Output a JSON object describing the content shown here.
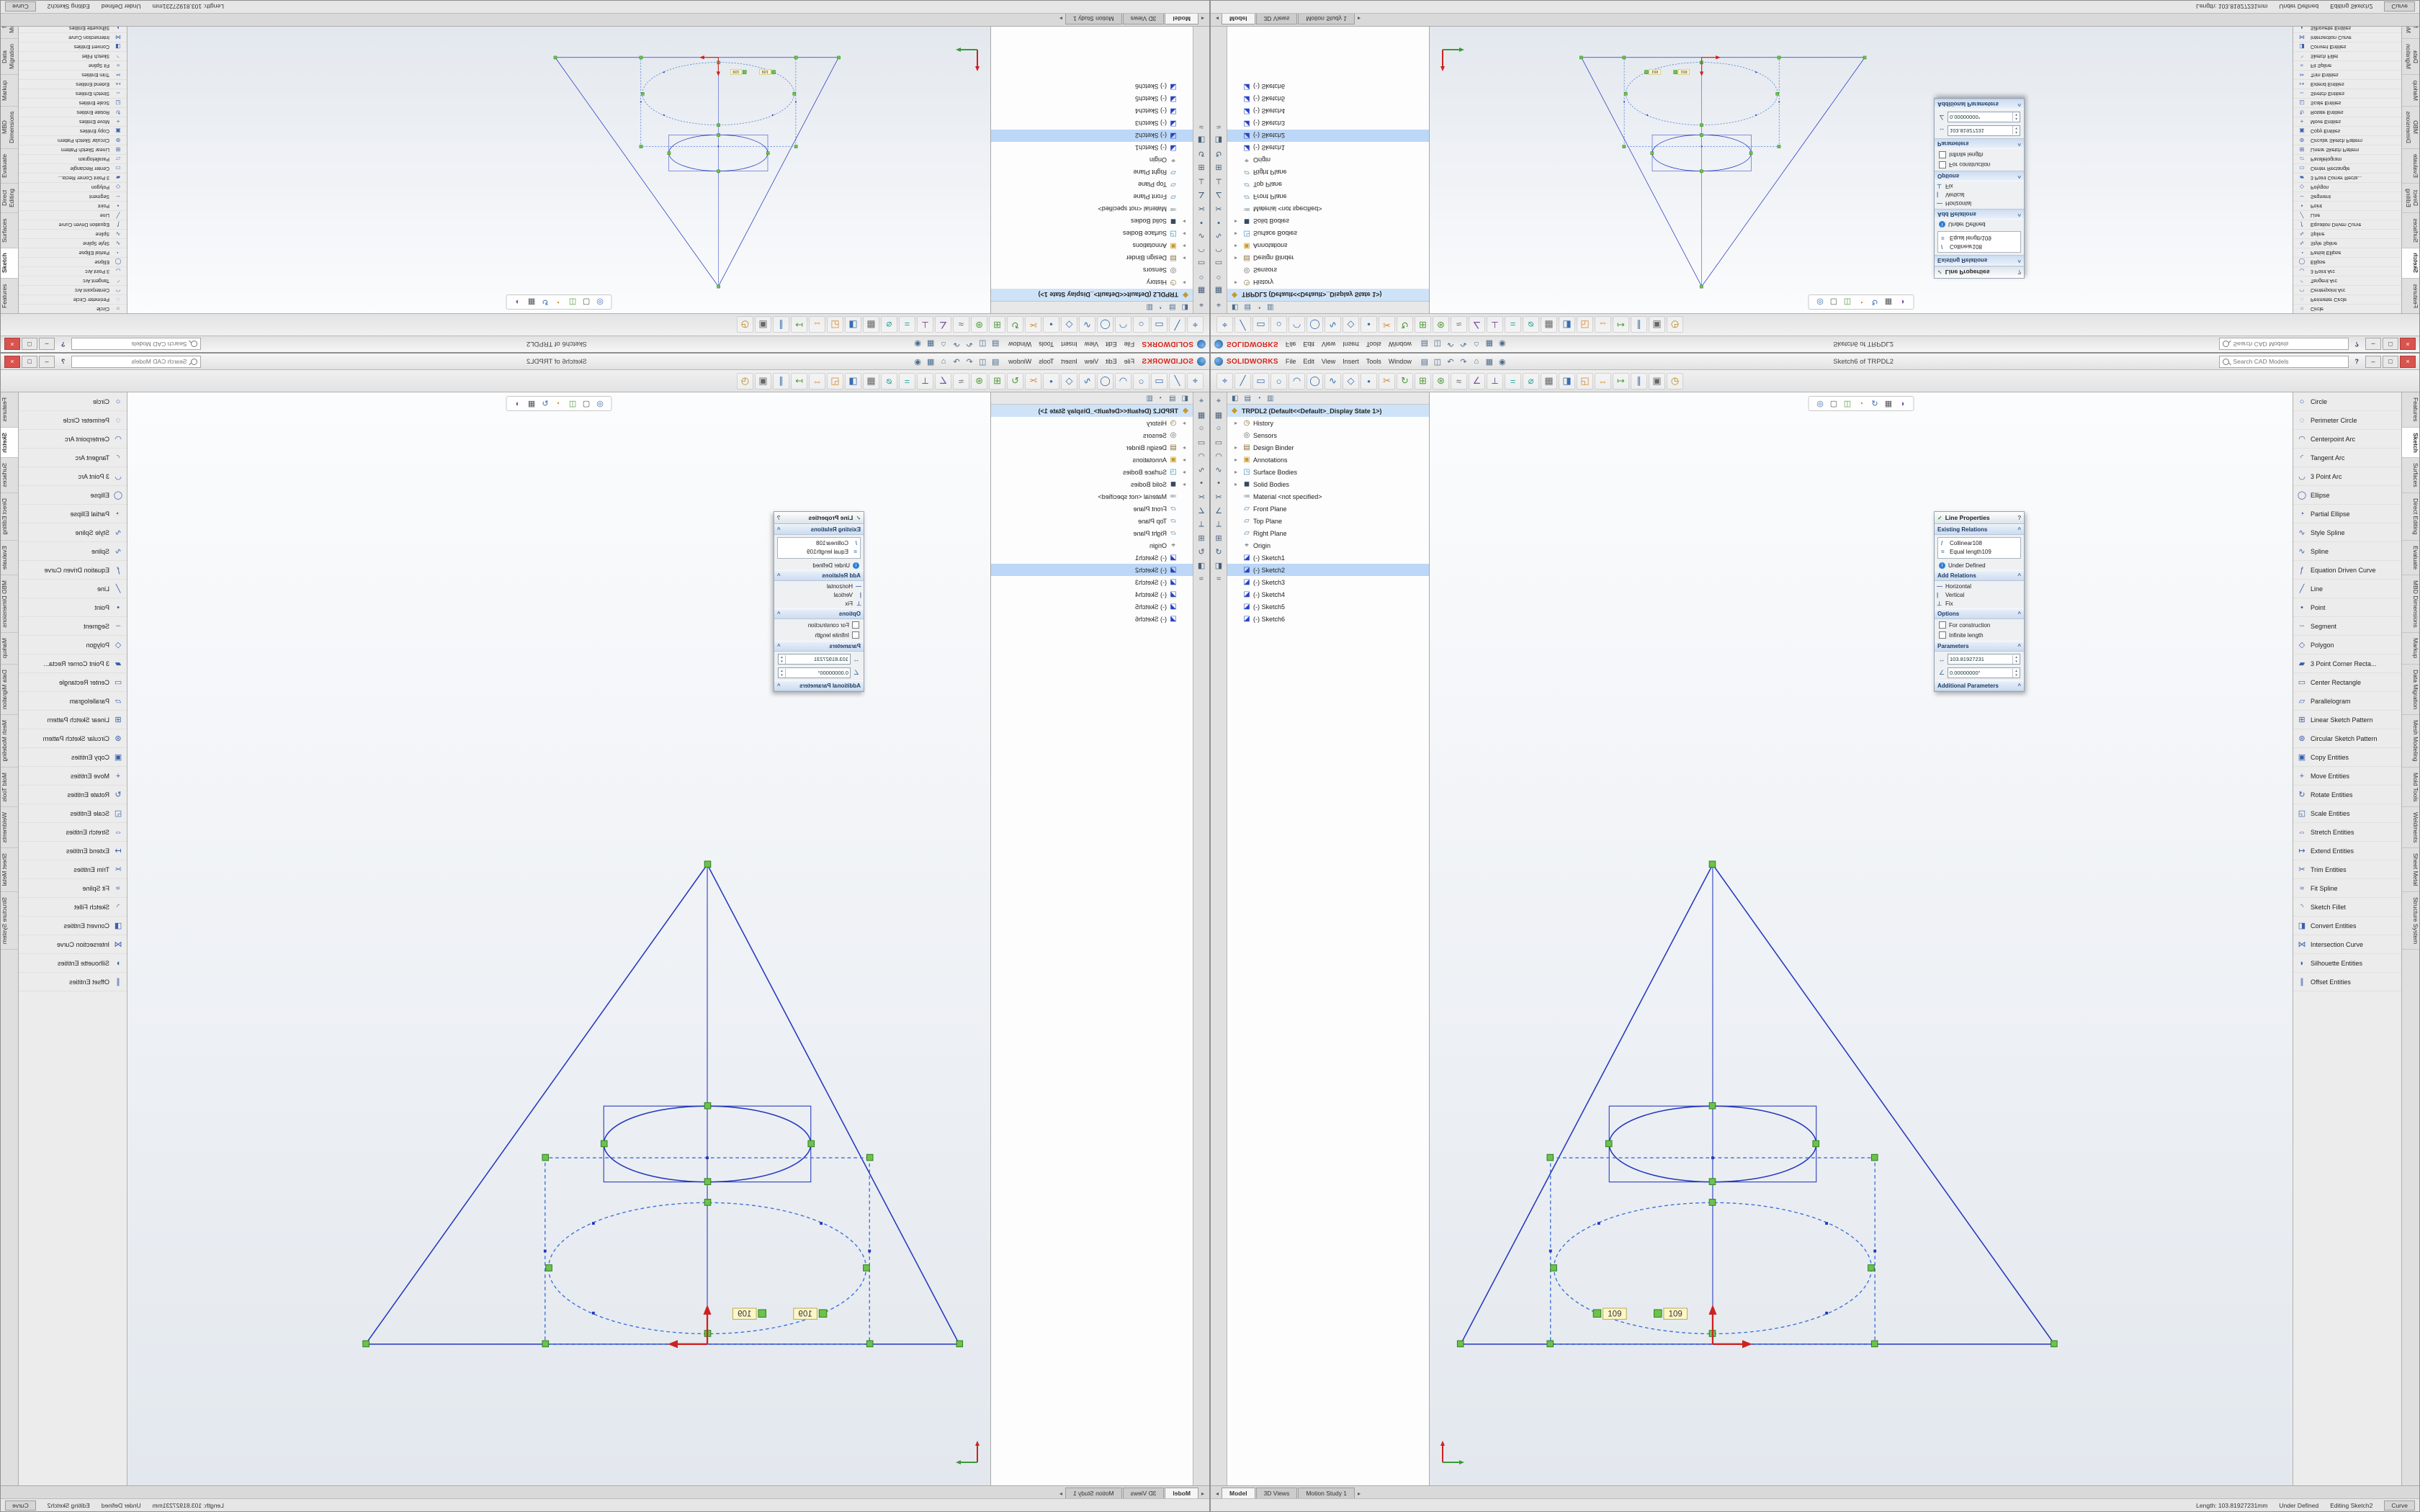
{
  "app": {
    "title": "Sketch6 of TRPDL2",
    "logo_text": "SOLIDWORKS",
    "menus": [
      "File",
      "Edit",
      "View",
      "Insert",
      "Tools",
      "Window"
    ],
    "quick_icons": [
      {
        "g": "▤"
      },
      {
        "g": "◫"
      },
      {
        "g": "↶"
      },
      {
        "g": "↷"
      },
      {
        "g": "⌂"
      },
      {
        "g": "▦"
      },
      {
        "g": "◉"
      }
    ],
    "search_placeholder": "Search CAD Models",
    "help_label": "?",
    "win_buttons": [
      "–",
      "□",
      "×"
    ]
  },
  "cmdbar": {
    "icons": [
      {
        "g": "⌖",
        "c": "#3a6db0"
      },
      {
        "g": "╱",
        "c": "#3a6db0"
      },
      {
        "g": "▭",
        "c": "#3a6db0"
      },
      {
        "g": "○",
        "c": "#3a6db0"
      },
      {
        "g": "◠",
        "c": "#3a6db0"
      },
      {
        "g": "◯",
        "c": "#3a6db0"
      },
      {
        "g": "∿",
        "c": "#3a6db0"
      },
      {
        "g": "◇",
        "c": "#3a6db0"
      },
      {
        "g": "•",
        "c": "#3a6db0"
      },
      {
        "g": "✂",
        "c": "#d8862a"
      },
      {
        "g": "↻",
        "c": "#4e9a3a"
      },
      {
        "g": "⊞",
        "c": "#4e9a3a"
      },
      {
        "g": "⊛",
        "c": "#4e9a3a"
      },
      {
        "g": "≈",
        "c": "#666666"
      },
      {
        "g": "∠",
        "c": "#7a52a0"
      },
      {
        "g": "⟂",
        "c": "#7a52a0"
      },
      {
        "g": "=",
        "c": "#2ba7a0"
      },
      {
        "g": "⌀",
        "c": "#2ba7a0"
      },
      {
        "g": "▦",
        "c": "#666666"
      },
      {
        "g": "◨",
        "c": "#3a6db0"
      },
      {
        "g": "◱",
        "c": "#d8862a"
      },
      {
        "g": "⇔",
        "c": "#d8862a"
      },
      {
        "g": "↦",
        "c": "#4e9a3a"
      },
      {
        "g": "∥",
        "c": "#3a6db0"
      },
      {
        "g": "▣",
        "c": "#666666"
      },
      {
        "g": "◷",
        "c": "#b8860b"
      }
    ]
  },
  "left_strip": {
    "icons": [
      {
        "g": "⌖"
      },
      {
        "g": "▦"
      },
      {
        "g": "○"
      },
      {
        "g": "▭"
      },
      {
        "g": "◠"
      },
      {
        "g": "∿"
      },
      {
        "g": "•"
      },
      {
        "g": "✂"
      },
      {
        "g": "∠"
      },
      {
        "g": "⟂"
      },
      {
        "g": "⊞"
      },
      {
        "g": "↻"
      },
      {
        "g": "◨"
      },
      {
        "g": "≈"
      }
    ]
  },
  "tree": {
    "tabs": [
      {
        "g": "◧"
      },
      {
        "g": "▤"
      },
      {
        "g": "◔"
      },
      {
        "g": "▥"
      }
    ],
    "root_icon": "◆",
    "root": "TRPDL2 (Default<<Default>_Display State 1>)",
    "items": [
      {
        "exp": "▸",
        "g": "◷",
        "c": "#8a6d3b",
        "label": "History"
      },
      {
        "exp": "",
        "g": "◎",
        "c": "#666666",
        "label": "Sensors"
      },
      {
        "exp": "▸",
        "g": "▤",
        "c": "#8a6d3b",
        "label": "Design Binder"
      },
      {
        "exp": "▸",
        "g": "▣",
        "c": "#c59b2d",
        "label": "Annotations"
      },
      {
        "exp": "▸",
        "g": "◳",
        "c": "#2e86c1",
        "label": "Surface Bodies"
      },
      {
        "exp": "▸",
        "g": "◼",
        "c": "#34495e",
        "label": "Solid Bodies"
      },
      {
        "exp": "",
        "g": "≔",
        "c": "#7f8c8d",
        "label": "Material <not specified>"
      },
      {
        "exp": "",
        "g": "▱",
        "c": "#3f7cac",
        "label": "Front Plane"
      },
      {
        "exp": "",
        "g": "▱",
        "c": "#3f7cac",
        "label": "Top Plane"
      },
      {
        "exp": "",
        "g": "▱",
        "c": "#3f7cac",
        "label": "Right Plane"
      },
      {
        "exp": "",
        "g": "⌖",
        "c": "#555555",
        "label": "Origin"
      },
      {
        "exp": "",
        "g": "◪",
        "c": "#2845c0",
        "label": "(-) Sketch1"
      },
      {
        "exp": "",
        "g": "◪",
        "c": "#2845c0",
        "label": "(-) Sketch2"
      },
      {
        "exp": "",
        "g": "◪",
        "c": "#2845c0",
        "label": "(-) Sketch3"
      },
      {
        "exp": "",
        "g": "◪",
        "c": "#2845c0",
        "label": "(-) Sketch4"
      },
      {
        "exp": "",
        "g": "◪",
        "c": "#2845c0",
        "label": "(-) Sketch5"
      },
      {
        "exp": "",
        "g": "◪",
        "c": "#2845c0",
        "label": "(-) Sketch6"
      }
    ]
  },
  "hud": {
    "icons": [
      {
        "g": "◎",
        "c": "#3a6db0"
      },
      {
        "g": "▢",
        "c": "#555555"
      },
      {
        "g": "◫",
        "c": "#4e9a3a"
      },
      {
        "g": "◔",
        "c": "#d8862a"
      },
      {
        "g": "↻",
        "c": "#3a6db0"
      },
      {
        "g": "▦",
        "c": "#555555"
      },
      {
        "g": "◑",
        "c": "#7a52a0"
      }
    ]
  },
  "pm": {
    "title": "Line Properties",
    "help": "?",
    "check": "✓",
    "chevron": "^",
    "sections": {
      "existing_relations": "Existing Relations",
      "add_relations": "Add Relations",
      "options": "Options",
      "parameters": "Parameters",
      "additional": "Additional Parameters"
    },
    "relations": [
      {
        "g": "/",
        "label": "Collinear108"
      },
      {
        "g": "=",
        "label": "Equal length109"
      }
    ],
    "status_info": "Under Defined",
    "info_glyph": "i",
    "add_relations": [
      {
        "g": "—",
        "label": "Horizontal"
      },
      {
        "g": "|",
        "label": "Vertical"
      },
      {
        "g": "⊥",
        "label": "Fix"
      }
    ],
    "options": [
      {
        "label": "For construction"
      },
      {
        "label": "Infinite length"
      }
    ],
    "parameters": [
      {
        "g": "↔",
        "value": "103.81927231"
      },
      {
        "g": "∠",
        "value": "0.00000000°"
      }
    ],
    "spin_up": "▴",
    "spin_down": "▾"
  },
  "sketch_toolbar": {
    "items": [
      {
        "g": "○",
        "label": "Circle"
      },
      {
        "g": "◌",
        "label": "Perimeter Circle"
      },
      {
        "g": "◠",
        "label": "Centerpoint Arc"
      },
      {
        "g": "◜",
        "label": "Tangent Arc"
      },
      {
        "g": "◡",
        "label": "3 Point Arc"
      },
      {
        "g": "◯",
        "label": "Ellipse"
      },
      {
        "g": "◔",
        "label": "Partial Ellipse"
      },
      {
        "g": "∿",
        "label": "Style Spline"
      },
      {
        "g": "∿",
        "label": "Spline"
      },
      {
        "g": "ƒ",
        "label": "Equation Driven Curve"
      },
      {
        "g": "╱",
        "label": "Line"
      },
      {
        "g": "•",
        "label": "Point"
      },
      {
        "g": "┄",
        "label": "Segment"
      },
      {
        "g": "◇",
        "label": "Polygon"
      },
      {
        "g": "▰",
        "label": "3 Point Corner Recta..."
      },
      {
        "g": "▭",
        "label": "Center Rectangle"
      },
      {
        "g": "▱",
        "label": "Parallelogram"
      },
      {
        "g": "⊞",
        "label": "Linear Sketch Pattern"
      },
      {
        "g": "⊛",
        "label": "Circular Sketch Pattern"
      },
      {
        "g": "▣",
        "label": "Copy Entities"
      },
      {
        "g": "+",
        "label": "Move Entities"
      },
      {
        "g": "↻",
        "label": "Rotate Entities"
      },
      {
        "g": "◱",
        "label": "Scale Entities"
      },
      {
        "g": "⇔",
        "label": "Stretch Entities"
      },
      {
        "g": "↦",
        "label": "Extend Entities"
      },
      {
        "g": "✂",
        "label": "Trim Entities"
      },
      {
        "g": "≈",
        "label": "Fit Spline"
      },
      {
        "g": "◝",
        "label": "Sketch Fillet"
      },
      {
        "g": "◨",
        "label": "Convert Entities"
      },
      {
        "g": "⋈",
        "label": "Intersection Curve"
      },
      {
        "g": "◗",
        "label": "Silhouette Entities"
      },
      {
        "g": "∥",
        "label": "Offset Entities"
      }
    ]
  },
  "right_tabs": [
    "Features",
    "Sketch",
    "Surfaces",
    "Direct Editing",
    "Evaluate",
    "MBD Dimensions",
    "Markup",
    "Data Migration",
    "Mesh Modeling",
    "Mold Tools",
    "Weldments",
    "Sheet Metal",
    "Structure System"
  ],
  "bottom_tabs": {
    "nav_left": "◂",
    "nav_right": "▸",
    "tabs": [
      "Model",
      "3D Views",
      "Motion Study 1"
    ]
  },
  "status": {
    "length": "Length: 103.81927231mm",
    "state": "Under Defined",
    "editing": "Editing Sketch2",
    "corner": "Curve"
  },
  "sketch": {
    "tags": [
      "109",
      "109"
    ]
  }
}
